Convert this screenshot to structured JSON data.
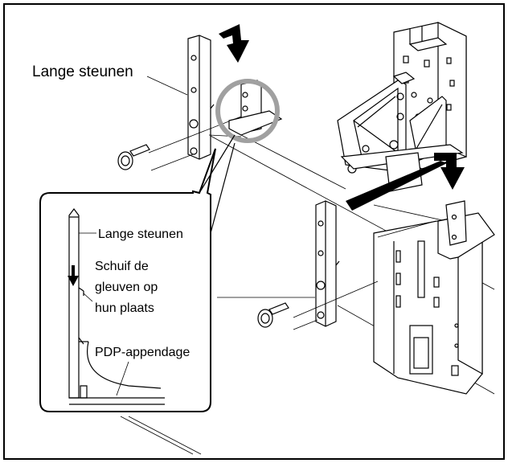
{
  "labels": {
    "lange_steunen_main": "Lange steunen",
    "lange_steunen_detail": "Lange steunen",
    "schuif_line1": "Schuif de",
    "schuif_line2": "gleuven op",
    "schuif_line3": "hun plaats",
    "pdp_appendage": "PDP-appendage"
  },
  "colors": {
    "line": "#000000",
    "highlight_circle": "#a0a0a0",
    "background": "#ffffff"
  }
}
